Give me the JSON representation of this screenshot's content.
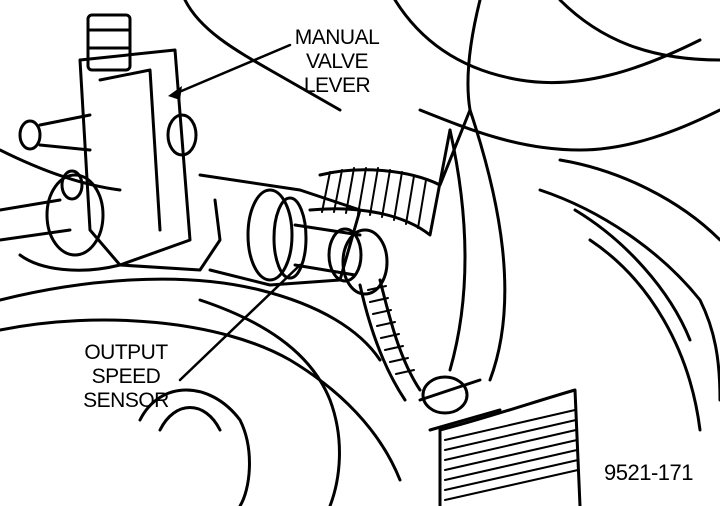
{
  "callouts": {
    "manual_valve_lever": [
      "MANUAL",
      "VALVE",
      "LEVER"
    ],
    "output_speed_sensor": [
      "OUTPUT",
      "SPEED",
      "SENSOR"
    ]
  },
  "figure_number": "9521-171"
}
